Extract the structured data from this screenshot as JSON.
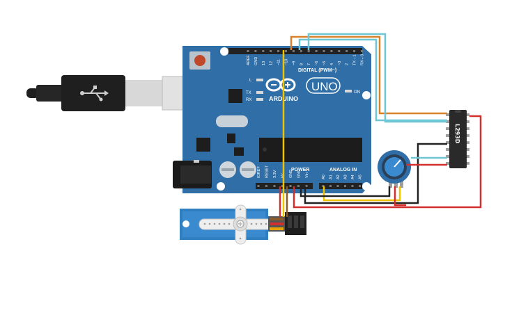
{
  "board": {
    "name": "UNO",
    "brand": "ARDUINO",
    "digital_header": "DIGITAL (PWM~)",
    "power_header": "POWER",
    "analog_header": "ANALOG IN",
    "on_label": "ON",
    "l_label": "L",
    "tx_label": "TX",
    "rx_label": "RX",
    "digital_pins": [
      "AREF",
      "GND",
      "13",
      "12",
      "~11",
      "~10",
      "~9",
      "8",
      "7",
      "~6",
      "~5",
      "4",
      "~3",
      "2",
      "TX→1",
      "RX←0"
    ],
    "power_pins": [
      "IOREF",
      "RESET",
      "3.3V",
      "5V",
      "GND",
      "GND",
      "Vin"
    ],
    "analog_pins": [
      "A0",
      "A1",
      "A2",
      "A3",
      "A4",
      "A5"
    ]
  },
  "driver_chip": {
    "label": "L293D"
  },
  "colors": {
    "board": "#2f6ea6",
    "board_dark": "#245a8a",
    "wire_orange": "#d9822b",
    "wire_cyan": "#6fc7d6",
    "wire_red": "#d32f2f",
    "wire_black": "#222222",
    "wire_yellow": "#f2c400",
    "servo": "#2f7fc1"
  }
}
